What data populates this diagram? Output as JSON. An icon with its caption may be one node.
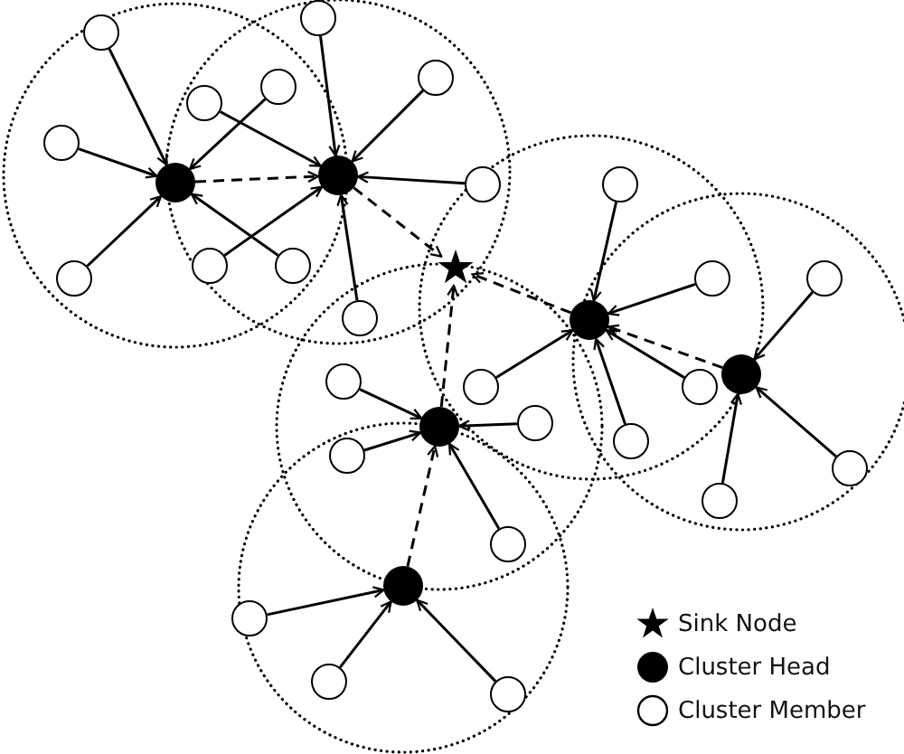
{
  "diagram": {
    "nodes": [
      {
        "text": [],
        "shape": "circle"
      },
      {
        "text": [],
        "shape": "circle"
      },
      {
        "text": [],
        "shape": "circle"
      },
      {
        "text": [],
        "shape": "circle"
      },
      {
        "text": [],
        "shape": "circle"
      },
      {
        "text": [],
        "shape": "circle"
      },
      {
        "text": [],
        "shape": "dot"
      },
      {
        "text": [],
        "shape": "dot"
      },
      {
        "text": [],
        "shape": "circle"
      },
      {
        "text": [],
        "shape": "circle"
      },
      {
        "text": [],
        "shape": "star"
      },
      {
        "text": [],
        "shape": "circle"
      },
      {
        "text": [],
        "shape": "circle"
      },
      {
        "text": [],
        "shape": "circle"
      },
      {
        "text": [],
        "shape": "circle"
      },
      {
        "text": [],
        "shape": "circle"
      },
      {
        "text": [],
        "shape": "circle"
      },
      {
        "text": [],
        "shape": "dot"
      },
      {
        "text": [],
        "shape": "dot"
      },
      {
        "text": [],
        "shape": "circle"
      },
      {
        "text": [],
        "shape": "circle"
      },
      {
        "text": [],
        "shape": "circle"
      },
      {
        "text": [],
        "shape": "circle"
      },
      {
        "text": [],
        "shape": "dot"
      },
      {
        "text": [],
        "shape": "circle"
      },
      {
        "text": [],
        "shape": "circle"
      },
      {
        "text": [],
        "shape": "circle"
      },
      {
        "text": [],
        "shape": "circle"
      },
      {
        "text": [],
        "shape": "circle"
      },
      {
        "text": [],
        "shape": "dot"
      },
      {
        "text": [],
        "shape": "circle"
      },
      {
        "text": [],
        "shape": "circle"
      },
      {
        "text": [],
        "shape": "circle"
      }
    ],
    "edges": [
      {
        "from": 1,
        "to": 7,
        "arrow": "to"
      },
      {
        "from": 5,
        "to": 7,
        "arrow": "to"
      },
      {
        "from": 13,
        "to": 7,
        "arrow": "to"
      },
      {
        "from": 3,
        "to": 7,
        "arrow": "to"
      },
      {
        "from": 12,
        "to": 7,
        "arrow": "to"
      },
      {
        "from": 7,
        "to": 6,
        "arrow": "to",
        "style": "dashed"
      },
      {
        "from": 4,
        "to": 6,
        "arrow": "to"
      },
      {
        "from": 11,
        "to": 6,
        "arrow": "to"
      },
      {
        "from": 0,
        "to": 6,
        "arrow": "to"
      },
      {
        "from": 2,
        "to": 6,
        "arrow": "to"
      },
      {
        "from": 16,
        "to": 6,
        "arrow": "to"
      },
      {
        "from": 8,
        "to": 6,
        "arrow": "to"
      },
      {
        "from": 6,
        "to": 10,
        "arrow": "to",
        "style": "dashed"
      },
      {
        "from": 9,
        "to": 17,
        "arrow": "to"
      },
      {
        "from": 14,
        "to": 17,
        "arrow": "to"
      },
      {
        "from": 20,
        "to": 17,
        "arrow": "to"
      },
      {
        "from": 21,
        "to": 17,
        "arrow": "to"
      },
      {
        "from": 24,
        "to": 17,
        "arrow": "to"
      },
      {
        "from": 18,
        "to": 17,
        "arrow": "to",
        "style": "dashed"
      },
      {
        "from": 17,
        "to": 10,
        "arrow": "to",
        "style": "dashed"
      },
      {
        "from": 15,
        "to": 18,
        "arrow": "to"
      },
      {
        "from": 26,
        "to": 18,
        "arrow": "to"
      },
      {
        "from": 27,
        "to": 18,
        "arrow": "to"
      },
      {
        "from": 22,
        "to": 23,
        "arrow": "to"
      },
      {
        "from": 19,
        "to": 23,
        "arrow": "to"
      },
      {
        "from": 25,
        "to": 23,
        "arrow": "to"
      },
      {
        "from": 28,
        "to": 23,
        "arrow": "to"
      },
      {
        "from": 23,
        "to": 10,
        "arrow": "to",
        "style": "dashed"
      },
      {
        "from": 29,
        "to": 23,
        "arrow": "to",
        "style": "dashed"
      },
      {
        "from": 30,
        "to": 29,
        "arrow": "to"
      },
      {
        "from": 31,
        "to": 29,
        "arrow": "to"
      },
      {
        "from": 32,
        "to": 29,
        "arrow": "to"
      }
    ],
    "legend": [
      {
        "text": "Sink Node"
      },
      {
        "text": "Cluster Head"
      },
      {
        "text": "Cluster Member"
      }
    ]
  }
}
